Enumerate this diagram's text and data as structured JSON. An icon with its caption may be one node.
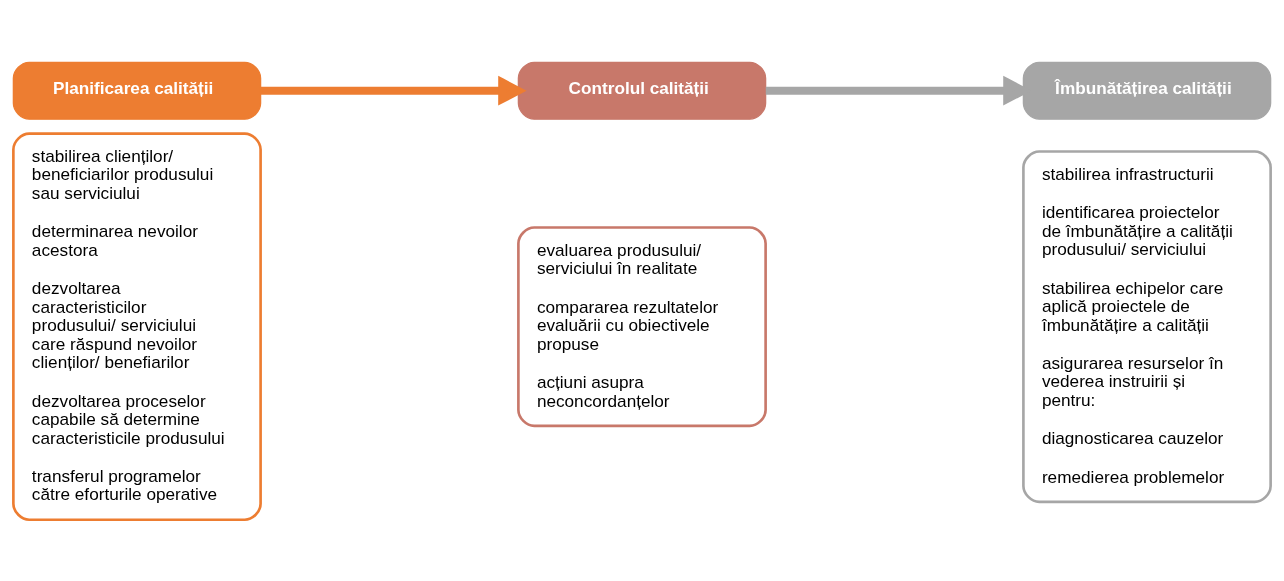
{
  "diagram": {
    "nodes": [
      {
        "text": [
          "Planificarea calității"
        ]
      },
      {
        "text": [
          "stabilirea clienților/ beneficiarilor produsului sau serviciului",
          "determinarea nevoilor acestora",
          "dezvoltarea caracteristicilor produsului/ serviciului care răspund nevoilor clienților/ benefiarilor",
          "dezvoltarea proceselor capabile să determine caracteristicile produsului",
          "transferul programelor către eforturile operative"
        ]
      },
      {
        "text": [
          "Controlul calității"
        ]
      },
      {
        "text": [
          "evaluarea produsului/ serviciului în realitate",
          "compararea rezultatelor evaluării cu obiectivele propuse",
          "acțiuni asupra neconcordanțelor"
        ]
      },
      {
        "text": [
          "Îmbunătățirea calității"
        ]
      },
      {
        "text": [
          "stabilirea infrastructurii",
          "identificarea proiectelor de îmbunătățire a calității produsului/ serviciului",
          "stabilirea echipelor care aplică proiectele de îmbunătățire a calității",
          "asigurarea resurselor în vederea instruirii și pentru:",
          "diagnosticarea cauzelor",
          "remedierea problemelor"
        ]
      }
    ],
    "edges": [
      {
        "from": 0,
        "to": 2,
        "arrow": "to",
        "color": "#ed7d31"
      },
      {
        "from": 2,
        "to": 4,
        "arrow": "to",
        "color": "#a6a6a6"
      }
    ]
  }
}
